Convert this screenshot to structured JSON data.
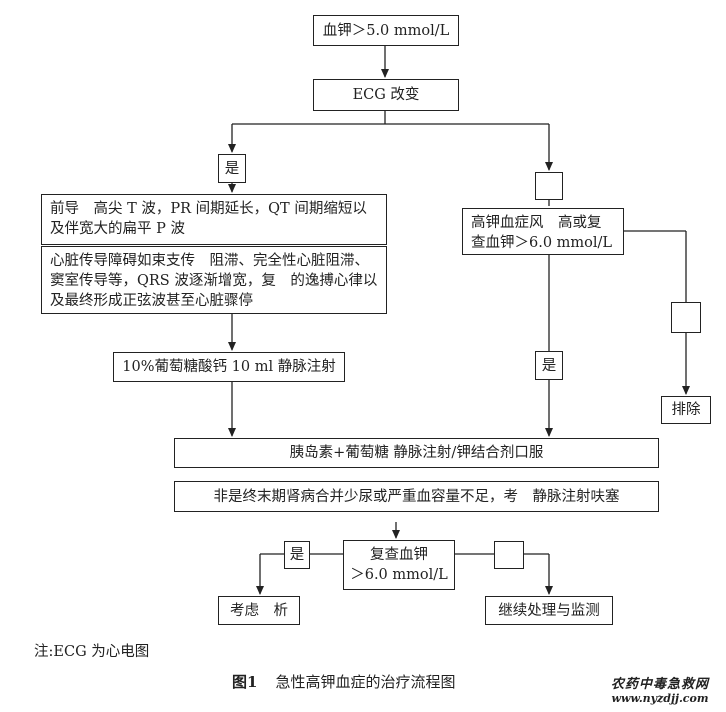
{
  "nodes": {
    "k_gt5": "血钾＞5.0 mmol/L",
    "ecg": "ECG 改变",
    "yes1": "是",
    "no1": "",
    "ecg_changes_1": "前导　高尖 T 波，PR 间期延长，QT 间期缩短以及伴宽大的扁平 P 波",
    "ecg_changes_2": "心脏传导障碍如束支传　阻滞、完全性心脏阻滞、窦室传导等，QRS 波逐渐增宽，复　的逸搏心律以及最终形成正弦波甚至心脏骤停",
    "calcium": "10%葡萄糖酸钙 10 ml 静脉注射",
    "risk": "高钾血症风　高或复查血钾＞6.0 mmol/L",
    "yes2": "是",
    "no2": "",
    "exclude": "排除",
    "insulin": "胰岛素+葡萄糖 静脉注射/钾结合剂口服",
    "furosemide": "非是终末期肾病合并少尿或严重血容量不足，考　静脉注射呋塞",
    "recheck": "复查血钾\n＞6.0 mmol/L",
    "yes3": "是",
    "no3": "",
    "consider": "考虑　析",
    "continue": "继续处理与监测"
  },
  "note": "注:ECG 为心电图",
  "caption": {
    "label": "图1",
    "title": "急性高钾血症的治疗流程图"
  },
  "watermark": {
    "line1": "农药中毒急救网",
    "line2": "www.nyzdjj.com"
  }
}
